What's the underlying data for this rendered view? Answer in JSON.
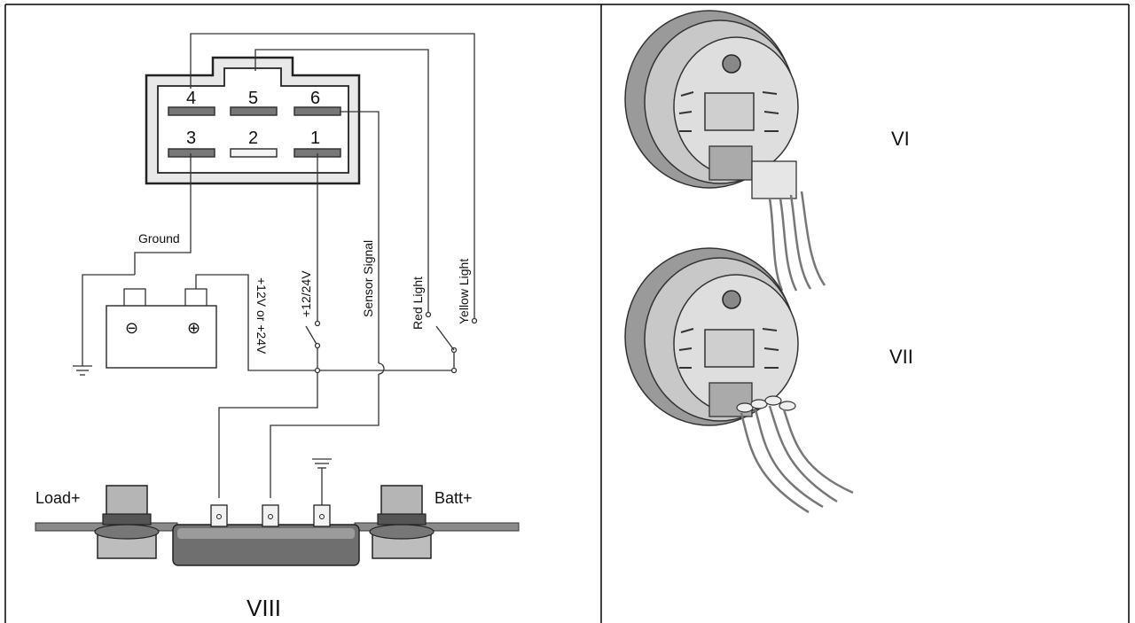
{
  "connector": {
    "pins_top": [
      "4",
      "5",
      "6"
    ],
    "pins_bottom": [
      "3",
      "2",
      "1"
    ]
  },
  "wires": {
    "ground": "Ground",
    "supply_batt": "+12V or +24V",
    "supply": "+12/24V",
    "sensor": "Sensor Signal",
    "red": "Red Light",
    "yellow": "Yellow Light"
  },
  "battery": {
    "minus": "⊖",
    "plus": "⊕"
  },
  "shunt": {
    "load": "Load+",
    "batt": "Batt+"
  },
  "labels": {
    "shunt_view": "VIII",
    "view_vi": "VI",
    "view_vii": "VII"
  },
  "icons": [
    "ground-icon",
    "switch-icon",
    "battery-icon",
    "shunt-icon",
    "gauge-icon"
  ]
}
